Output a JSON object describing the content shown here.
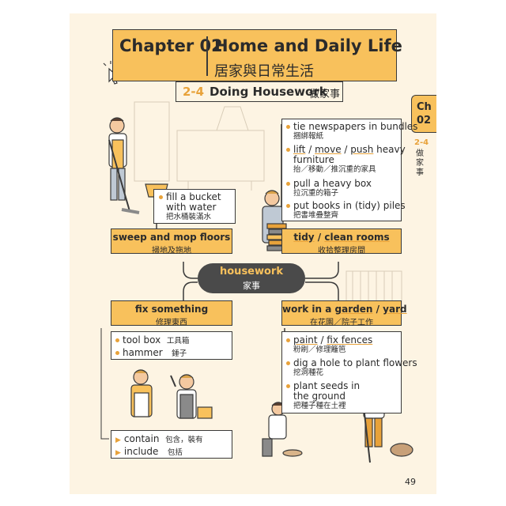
{
  "header": {
    "chapter_num": "Chapter 02",
    "chapter_title": "Home and Daily Life",
    "chapter_title_zh": "居家與日常生活",
    "section_num": "2-4",
    "section_title": "Doing Housework",
    "section_title_zh": "做家事"
  },
  "side_tab": {
    "ch": "Ch",
    "num": "02",
    "section_num": "2-4",
    "section_zh": "做家事"
  },
  "hub": {
    "en": "housework",
    "zh": "家事"
  },
  "sweep": {
    "title": "sweep and mop floors",
    "title_zh": "掃地及拖地",
    "sub_line1": "fill a bucket",
    "sub_line2": "with water",
    "sub_zh": "把水桶裝滿水"
  },
  "tidy": {
    "title_a": "tidy",
    "title_sep": " / ",
    "title_b": "clean rooms",
    "title_zh": "收拾整理房間",
    "items": [
      {
        "en": "tie newspapers in bundles",
        "zh": "捆綁報紙"
      },
      {
        "en_a": "lift",
        "sep1": " / ",
        "en_b": "move",
        "sep2": " / ",
        "en_c": "push",
        "en_d": " heavy",
        "en_line2": "furniture",
        "zh": "抬／移動／推沉重的家具"
      },
      {
        "en": "pull a heavy box",
        "zh": "拉沉重的箱子"
      },
      {
        "en": "put books in (tidy) piles",
        "zh": "把書堆疊整齊"
      }
    ]
  },
  "fix": {
    "title": "fix something",
    "title_zh": "修理東西",
    "tools": [
      {
        "en": "tool box",
        "zh": "工具箱"
      },
      {
        "en": "hammer",
        "zh": "錘子"
      }
    ],
    "extra": [
      {
        "en": "contain",
        "zh": "包含，裝有"
      },
      {
        "en": "include",
        "zh": "包括"
      }
    ]
  },
  "garden": {
    "title_a": "work in a ",
    "title_b": "garden",
    "title_sep": " / ",
    "title_c": "yard",
    "title_zh": "在花園／院子工作",
    "items": [
      {
        "en_a": "paint",
        "sep": " / ",
        "en_b": "fix fences",
        "zh": "粉刷／修理籬笆"
      },
      {
        "en": "dig a hole to plant flowers",
        "zh": "挖洞種花"
      },
      {
        "en_line1": "plant seeds in",
        "en_line2": "the ground",
        "zh": "把種子種在土裡"
      }
    ]
  },
  "page_number": "49",
  "colors": {
    "accent": "#f8c15c",
    "accent_dark": "#e8a23a",
    "background": "#fdf4e3",
    "hub": "#4a4a4a"
  }
}
